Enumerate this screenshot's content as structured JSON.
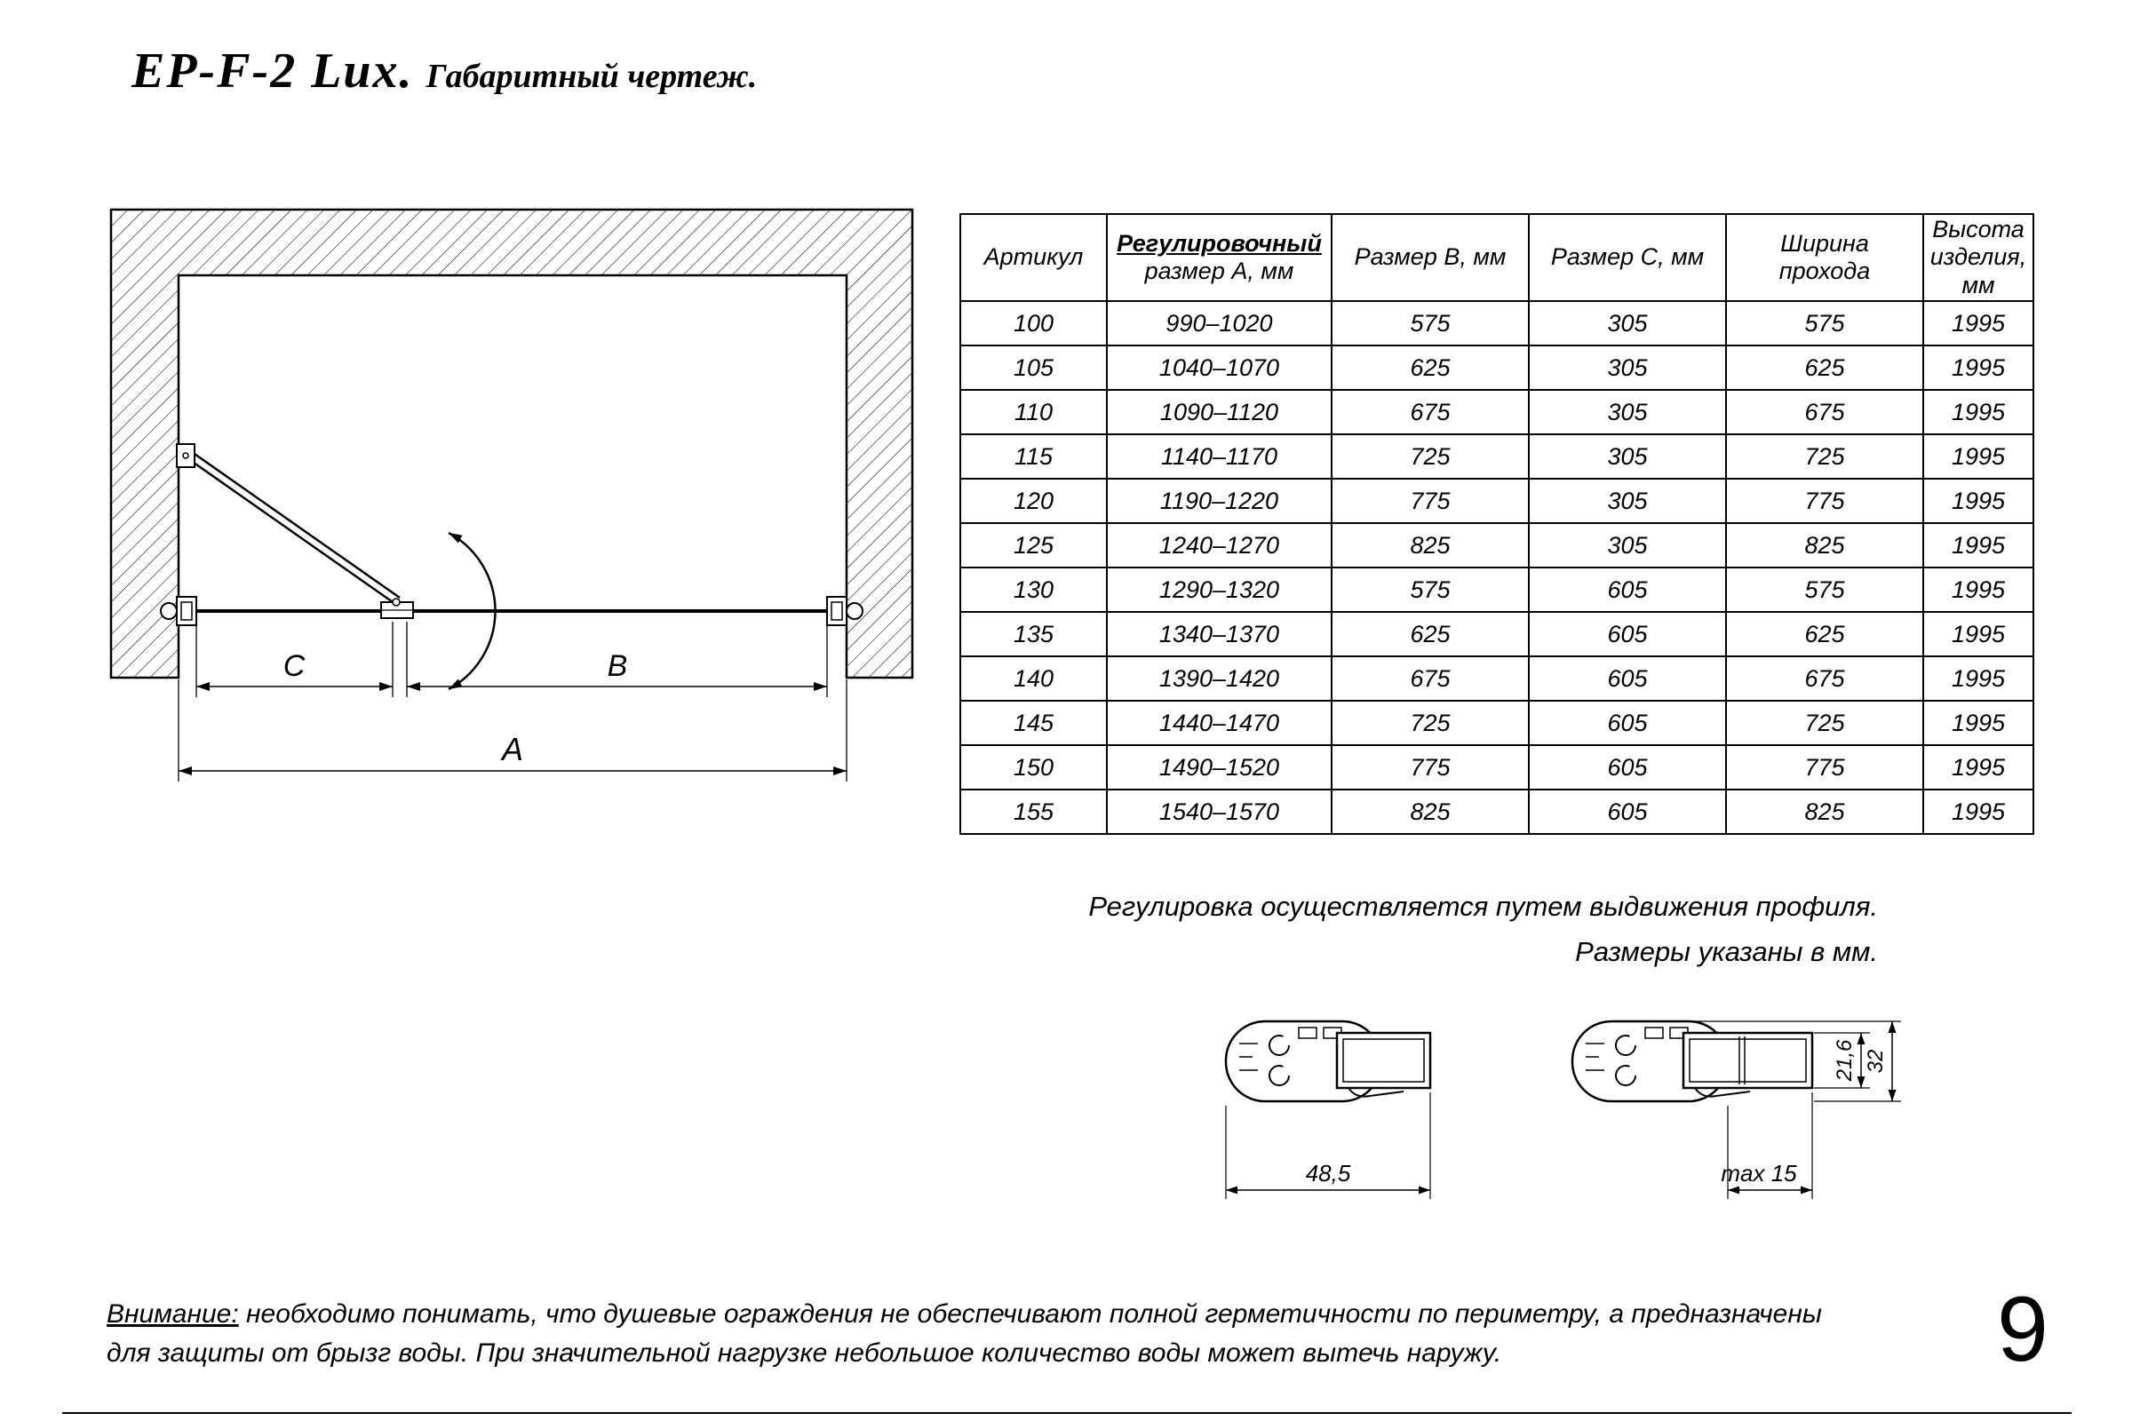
{
  "page": {
    "title_main": "EP-F-2 Lux.",
    "title_sub": "Габаритный чертеж.",
    "page_number": "9"
  },
  "drawing": {
    "dim_a": "A",
    "dim_b": "B",
    "dim_c": "C"
  },
  "table": {
    "col_artikul": "Артикул",
    "col_size_a_line1": "Регулировочный",
    "col_size_a_line2": "размер А, мм",
    "col_size_b": "Размер В, мм",
    "col_size_c": "Размер С, мм",
    "col_width": "Ширина\nпрохода",
    "col_height": "Высота\nизделия,\nмм",
    "rows": [
      [
        "100",
        "990–1020",
        "575",
        "305",
        "575",
        "1995"
      ],
      [
        "105",
        "1040–1070",
        "625",
        "305",
        "625",
        "1995"
      ],
      [
        "110",
        "1090–1120",
        "675",
        "305",
        "675",
        "1995"
      ],
      [
        "115",
        "1140–1170",
        "725",
        "305",
        "725",
        "1995"
      ],
      [
        "120",
        "1190–1220",
        "775",
        "305",
        "775",
        "1995"
      ],
      [
        "125",
        "1240–1270",
        "825",
        "305",
        "825",
        "1995"
      ],
      [
        "130",
        "1290–1320",
        "575",
        "605",
        "575",
        "1995"
      ],
      [
        "135",
        "1340–1370",
        "625",
        "605",
        "625",
        "1995"
      ],
      [
        "140",
        "1390–1420",
        "675",
        "605",
        "675",
        "1995"
      ],
      [
        "145",
        "1440–1470",
        "725",
        "605",
        "725",
        "1995"
      ],
      [
        "150",
        "1490–1520",
        "775",
        "605",
        "775",
        "1995"
      ],
      [
        "155",
        "1540–1570",
        "825",
        "605",
        "825",
        "1995"
      ]
    ]
  },
  "notes": {
    "line1": "Регулировка осуществляется путем выдвижения профиля.",
    "line2": "Размеры указаны в мм."
  },
  "profiles": {
    "dim_width": "48,5",
    "dim_max": "max 15",
    "dim_height_inner": "21,6",
    "dim_height_outer": "32"
  },
  "attention": {
    "label": "Внимание:",
    "line1": " необходимо понимать, что душевые ограждения не обеспечивают полной герметичности по периметру, а предназначены",
    "line2": "для защиты от брызг воды. При значительной нагрузке небольшое количество воды может вытечь наружу."
  }
}
